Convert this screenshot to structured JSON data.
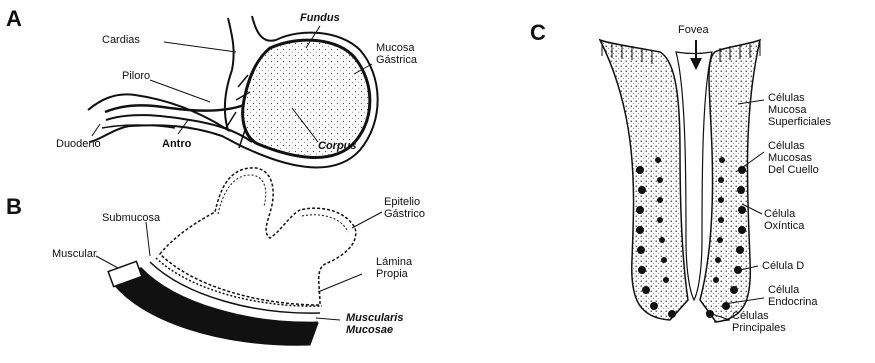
{
  "panels": {
    "a": {
      "letter": "A",
      "labels": {
        "fundus": "Fundus",
        "cardias": "Cardias",
        "mucosa_1": "Mucosa",
        "mucosa_2": "Gástrica",
        "piloro": "Piloro",
        "duodeno": "Duodeno",
        "antro": "Antro",
        "corpus": "Corpus"
      }
    },
    "b": {
      "letter": "B",
      "labels": {
        "submucosa": "Submucosa",
        "epitelio_1": "Epitelio",
        "epitelio_2": "Gástrico",
        "muscular": "Muscular",
        "lamina_1": "Lámina",
        "lamina_2": "Propia",
        "muscularis_1": "Muscularis",
        "muscularis_2": "Mucosae"
      }
    },
    "c": {
      "letter": "C",
      "labels": {
        "fovea": "Fovea",
        "sup_1": "Células",
        "sup_2": "Mucosa",
        "sup_3": "Superficiales",
        "cuello_1": "Células",
        "cuello_2": "Mucosas",
        "cuello_3": "Del Cuello",
        "oxintica_1": "Célula",
        "oxintica_2": "Oxíntica",
        "celula_d": "Célula D",
        "endocrina_1": "Célula",
        "endocrina_2": "Endocrina",
        "principales_1": "Células",
        "principales_2": "Principales"
      }
    }
  }
}
